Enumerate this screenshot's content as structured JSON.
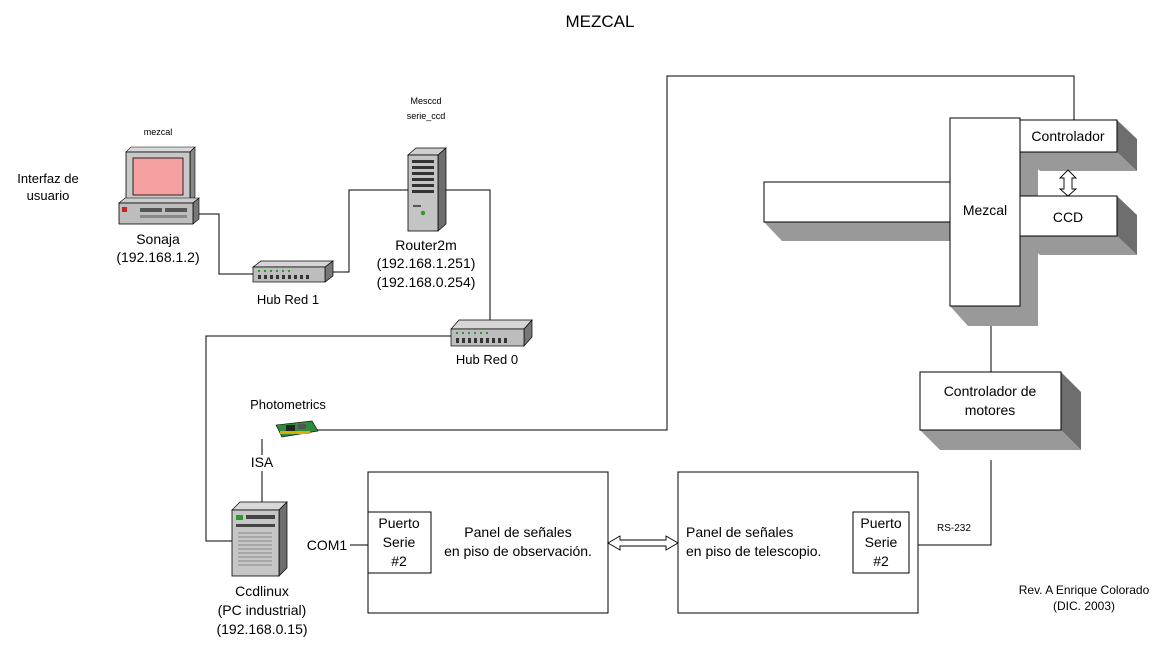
{
  "title": "MEZCAL",
  "interfaz": {
    "line1": "Interfaz de",
    "line2": "usuario"
  },
  "sonaja": {
    "hostname": "mezcal",
    "name": "Sonaja",
    "ip": "(192.168.1.2)"
  },
  "router": {
    "label1": "Mesccd",
    "label2": "serie_ccd",
    "name": "Router2m",
    "ip1": "(192.168.1.251)",
    "ip2": "(192.168.0.254)"
  },
  "hub1": {
    "name": "Hub Red 1"
  },
  "hub0": {
    "name": "Hub Red 0"
  },
  "photometrics": {
    "name": "Photometrics",
    "bus": "ISA"
  },
  "ccdlinux": {
    "name": "Ccdlinux",
    "desc": "(PC industrial)",
    "ip": "(192.168.0.15)",
    "port": "COM1"
  },
  "panel_obs": {
    "port_line1": "Puerto",
    "port_line2": "Serie",
    "port_line3": "#2",
    "line1": "Panel de señales",
    "line2": "en piso de observación."
  },
  "panel_tel": {
    "port_line1": "Puerto",
    "port_line2": "Serie",
    "port_line3": "#2",
    "line1": "Panel de señales",
    "line2": "en piso de telescopio.",
    "rs232": "RS-232"
  },
  "instrument": {
    "mezcal": "Mezcal",
    "controlador": "Controlador",
    "ccd": "CCD",
    "motores_line1": "Controlador de",
    "motores_line2": "motores"
  },
  "revision": {
    "line1": "Rev. A Enrique Colorado",
    "line2": "(DIC. 2003)"
  },
  "colors": {
    "monitor_screen": "#f4a0a0",
    "box_shade": "#999999",
    "box_shade_dark": "#6e6e6e",
    "card_green": "#2e8b3a"
  }
}
